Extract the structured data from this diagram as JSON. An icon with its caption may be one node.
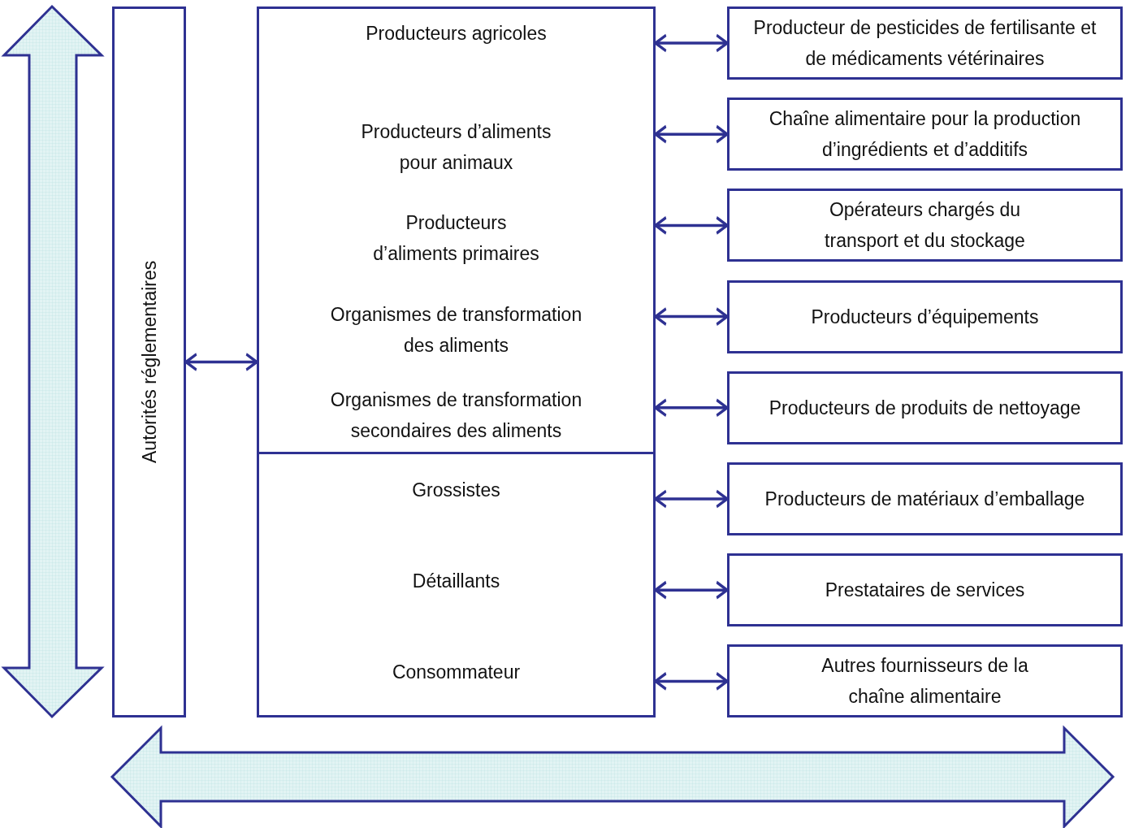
{
  "diagram": {
    "nodes": [
      {
        "text": [
          "Autorités réglementaires"
        ]
      },
      {
        "text": [],
        "shape": "box"
      },
      {
        "text": [
          "Producteurs agricoles"
        ],
        "in": 1
      },
      {
        "text": [
          "Producteurs d’aliments pour animaux"
        ],
        "in": 1
      },
      {
        "text": [
          "Producteurs d’aliments primaires"
        ],
        "in": 1
      },
      {
        "text": [
          "Organismes de transformation des aliments"
        ],
        "in": 1
      },
      {
        "text": [
          "Organismes de transformation secondaires des aliments"
        ],
        "in": 1
      },
      {
        "text": [
          "Grossistes"
        ],
        "in": 1
      },
      {
        "text": [
          "Détaillants"
        ],
        "in": 1
      },
      {
        "text": [
          "Consommateur"
        ],
        "in": 1
      },
      {
        "text": [
          "Producteur de pesticides de fertilisante et de médicaments vétérinaires"
        ]
      },
      {
        "text": [
          "Chaîne alimentaire pour la production d’ingrédients et d’additifs"
        ]
      },
      {
        "text": [
          "Opérateurs chargés du transport et du stockage"
        ]
      },
      {
        "text": [
          "Producteurs d’équipements"
        ]
      },
      {
        "text": [
          "Producteurs de produits de nettoyage"
        ]
      },
      {
        "text": [
          "Producteurs de matériaux d’emballage"
        ]
      },
      {
        "text": [
          "Prestataires de services"
        ]
      },
      {
        "text": [
          "Autres fournisseurs de la chaîne alimentaire"
        ]
      }
    ],
    "edges": [
      {
        "from": 0,
        "to": 1,
        "arrow": "both"
      },
      {
        "from": 1,
        "to": 10,
        "arrow": "both"
      },
      {
        "from": 1,
        "to": 11,
        "arrow": "both"
      },
      {
        "from": 1,
        "to": 12,
        "arrow": "both"
      },
      {
        "from": 1,
        "to": 13,
        "arrow": "both"
      },
      {
        "from": 1,
        "to": 14,
        "arrow": "both"
      },
      {
        "from": 1,
        "to": 15,
        "arrow": "both"
      },
      {
        "from": 1,
        "to": 16,
        "arrow": "both"
      },
      {
        "from": 1,
        "to": 17,
        "arrow": "both"
      }
    ]
  }
}
